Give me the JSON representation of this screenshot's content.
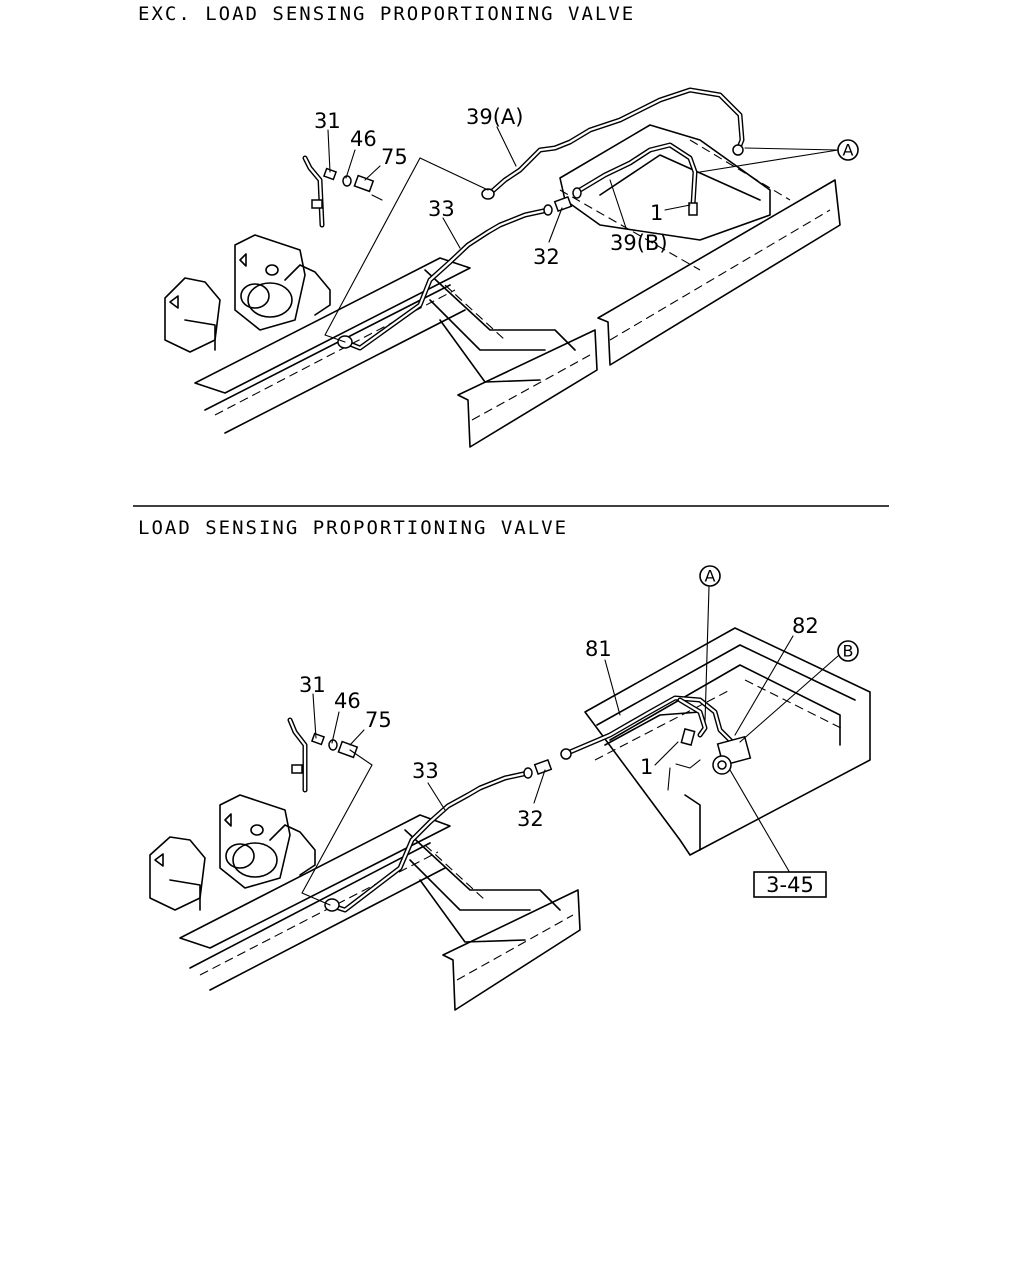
{
  "sections": [
    {
      "heading": "EXC. LOAD SENSING PROPORTIONING VALVE",
      "callouts": [
        "31",
        "46",
        "75",
        "39(A)",
        "33",
        "32",
        "39(B)",
        "1"
      ],
      "circled_refs": [
        "A"
      ]
    },
    {
      "heading": "LOAD SENSING PROPORTIONING VALVE",
      "callouts": [
        "31",
        "46",
        "75",
        "33",
        "32",
        "81",
        "82",
        "1"
      ],
      "circled_refs": [
        "A",
        "B"
      ],
      "ref_box": "3-45"
    }
  ]
}
